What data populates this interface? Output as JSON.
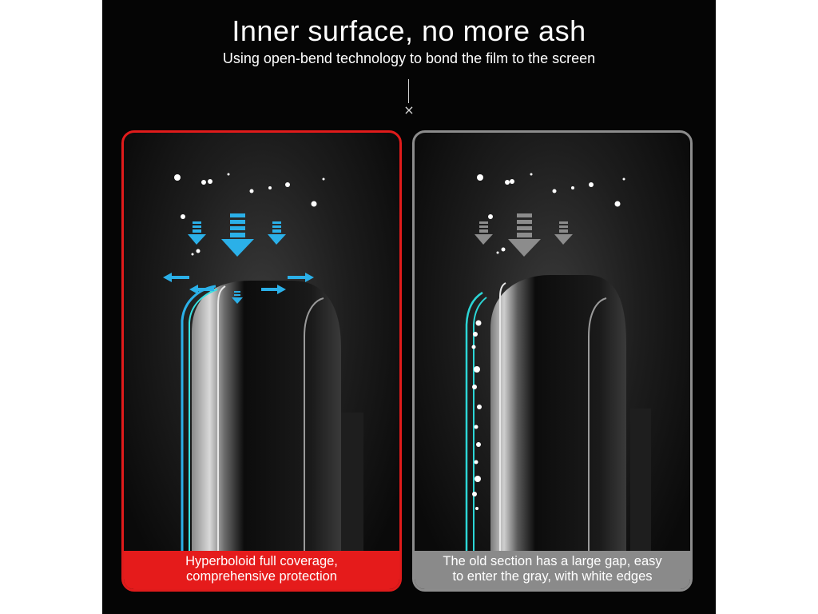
{
  "header": {
    "title": "Inner surface, no more ash",
    "subtitle": "Using open-bend technology to bond the film to the screen"
  },
  "divider": {
    "icon": "cross-icon",
    "glyph": "×"
  },
  "panels": [
    {
      "id": "new",
      "border_color": "#e01b1b",
      "caption_color": "#e51b1b",
      "accent_color": "#2bb0e8",
      "caption_line1": "Hyperboloid full coverage,",
      "caption_line2": "comprehensive protection"
    },
    {
      "id": "old",
      "border_color": "#8c8c8c",
      "caption_color": "#8a8a8a",
      "accent_color": "#2cd6d6",
      "caption_line1": "The old section has a large gap, easy",
      "caption_line2": "to enter the gray, with white edges"
    }
  ]
}
